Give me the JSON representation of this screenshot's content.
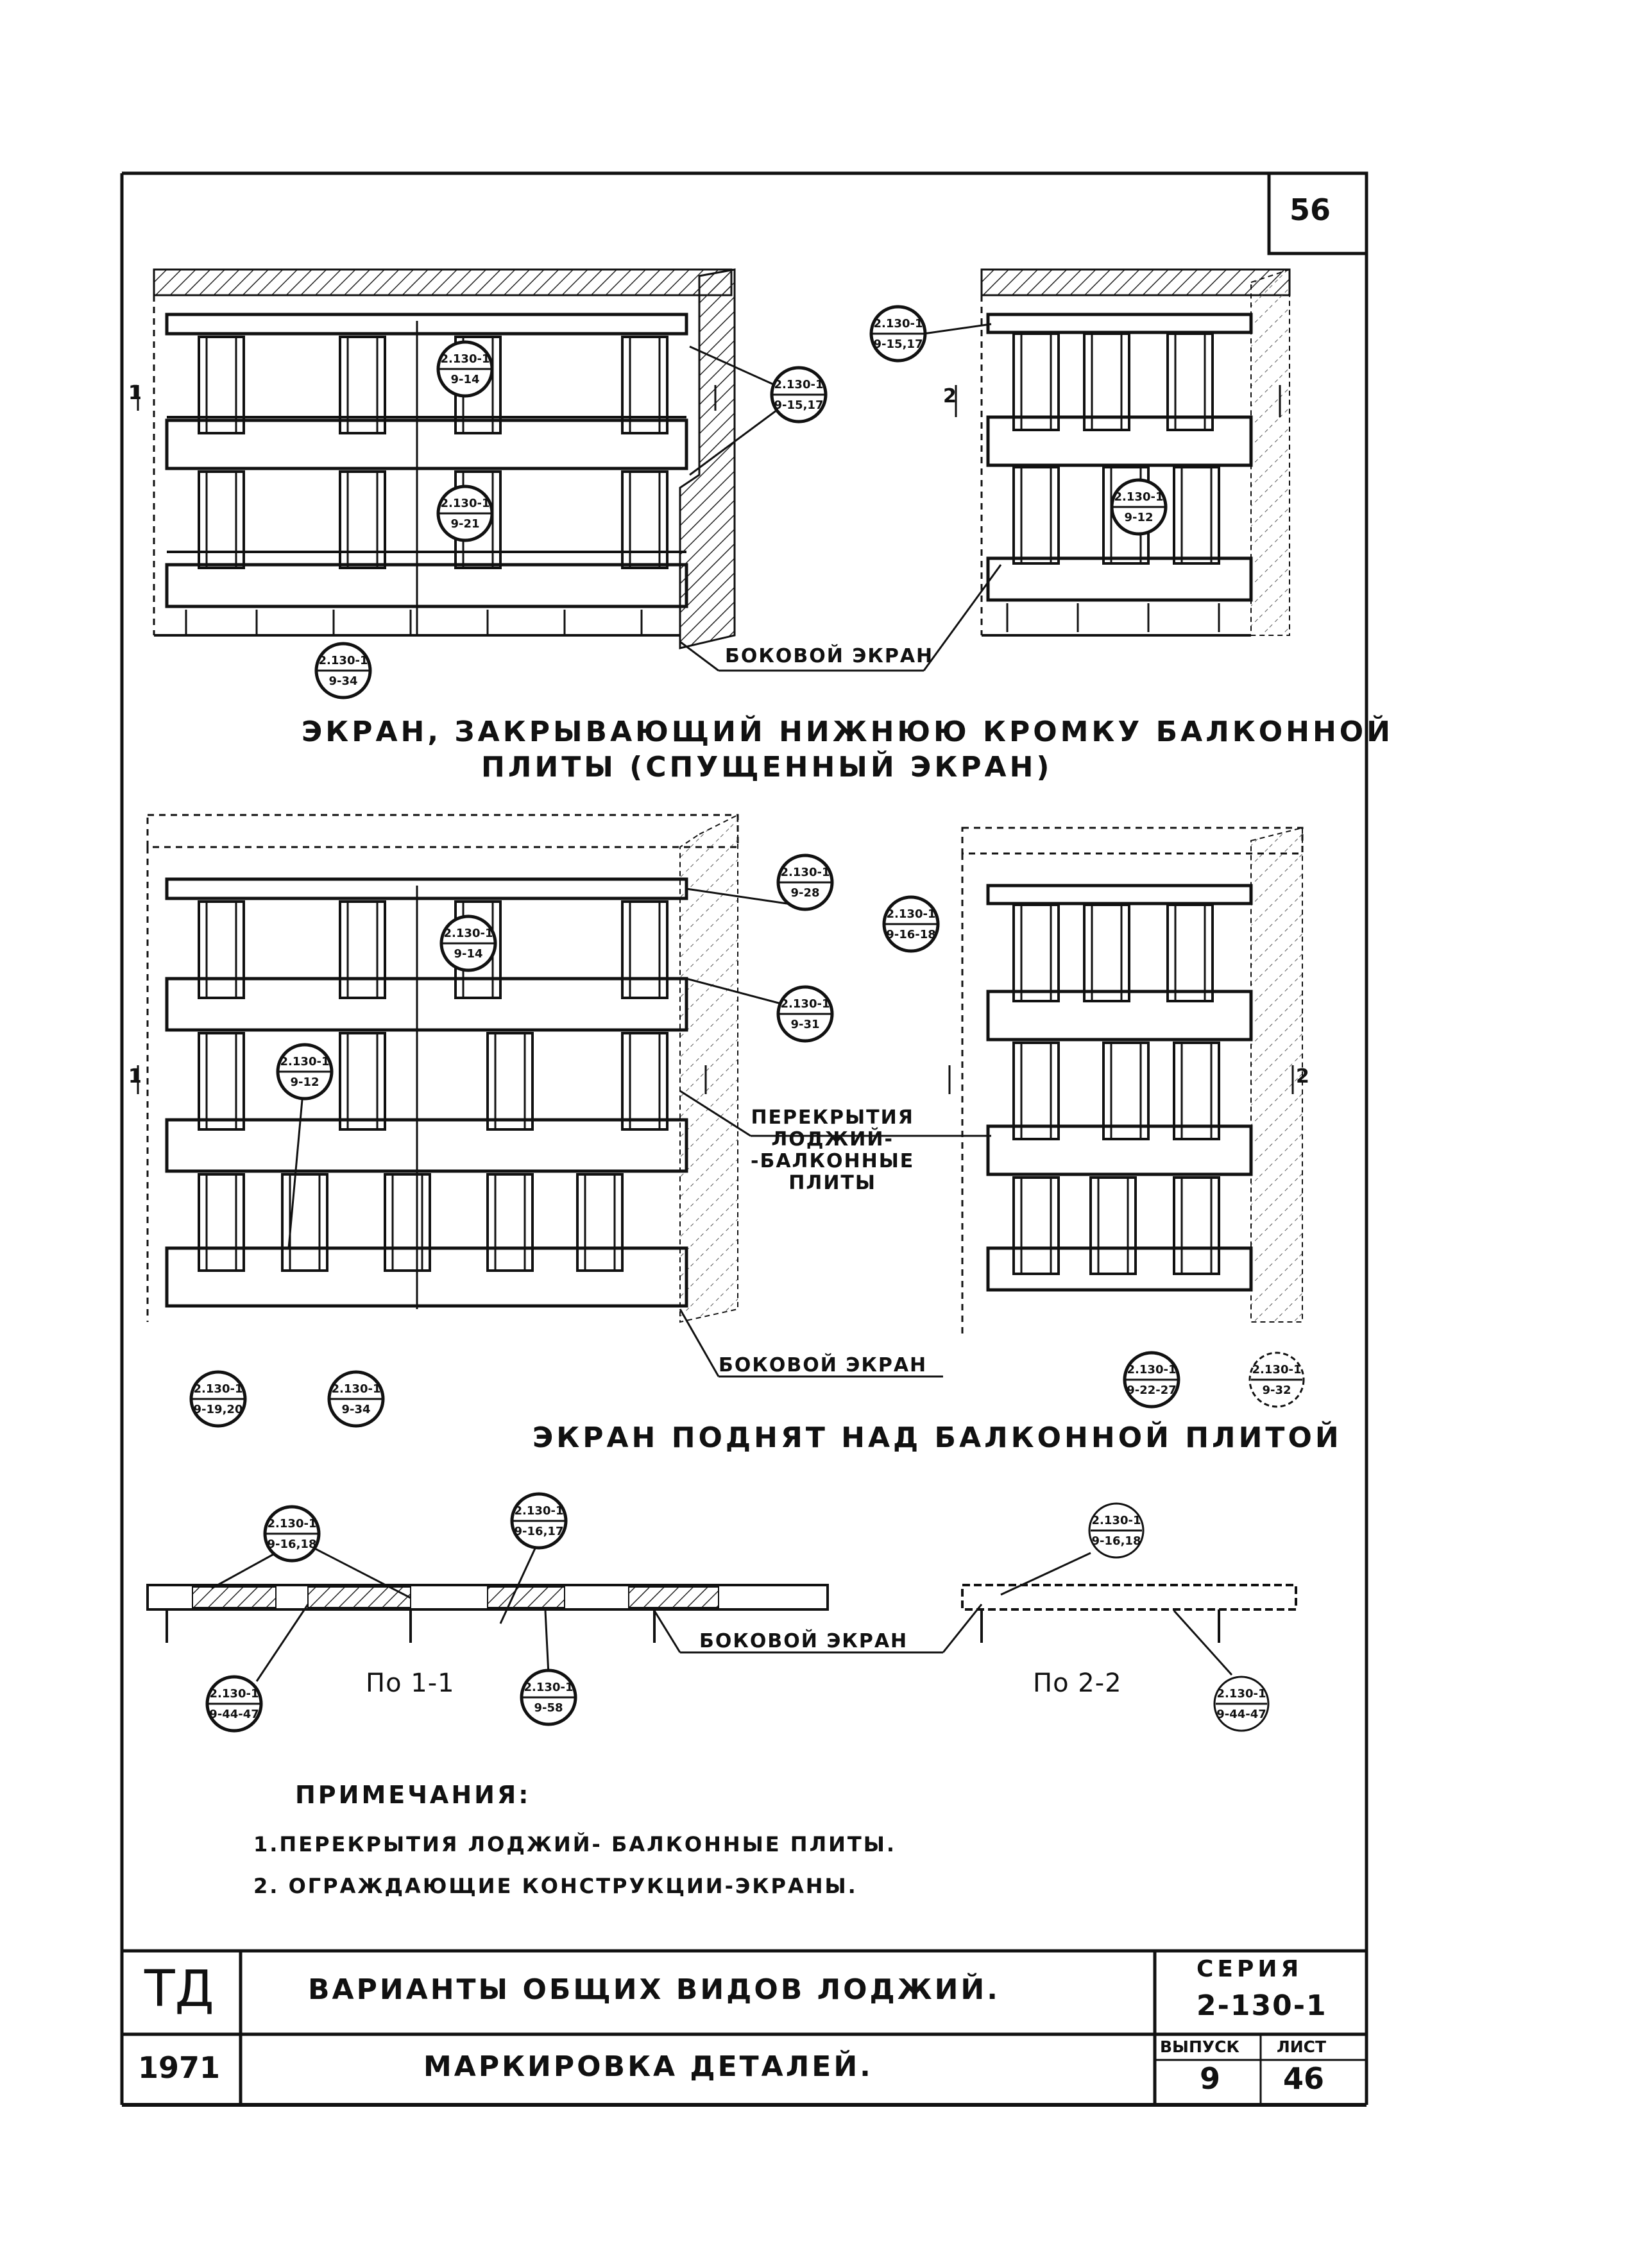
{
  "sheet_number": "56",
  "labels": {
    "side_screen": "БОКОВОЙ ЭКРАН",
    "slabs_1": "ПЕРЕКРЫТИЯ",
    "slabs_2": "ЛОДЖИЙ-",
    "slabs_3": "-БАЛКОННЫЕ",
    "slabs_4": "ПЛИТЫ",
    "section_1": "По 1-1",
    "section_2": "По 2-2",
    "cut_1": "1",
    "cut_2": "2"
  },
  "captions": {
    "top_line1": "ЭКРАН, ЗАКРЫВАЮЩИЙ НИЖНЮЮ КРОМКУ БАЛКОННОЙ",
    "top_line2": "ПЛИТЫ (СПУЩЕННЫЙ ЭКРАН)",
    "middle": "ЭКРАН ПОДНЯТ НАД БАЛКОННОЙ ПЛИТОЙ"
  },
  "callouts": {
    "series": "2.130-1",
    "t1": "9-14",
    "t2": "9-15,17",
    "t3": "9-21",
    "t4": "9-34",
    "t5": "9-15,17",
    "t6": "9-12",
    "m1": "9-28",
    "m2": "9-14",
    "m3": "9-31",
    "m4": "9-12",
    "m5": "9-19,20",
    "m6": "9-34",
    "m7": "9-16-18",
    "m8": "9-22-27",
    "m9": "9-32",
    "p1": "9-16,18",
    "p2": "9-16,17",
    "p3": "9-44-47",
    "p4": "9-58",
    "p5": "9-16,18",
    "p6": "9-44-47"
  },
  "notes": {
    "title": "ПРИМЕЧАНИЯ:",
    "items": [
      "1.ПЕРЕКРЫТИЯ ЛОДЖИЙ- БАЛКОННЫЕ ПЛИТЫ.",
      "2. ОГРАЖДАЮЩИЕ КОНСТРУКЦИИ-ЭКРАНЫ."
    ]
  },
  "title_block": {
    "org": "ТД",
    "year": "1971",
    "title_1": "ВАРИАНТЫ ОБЩИХ ВИДОВ ЛОДЖИЙ.",
    "title_2": "МАРКИРОВКА ДЕТАЛЕЙ.",
    "series_label": "СЕРИЯ",
    "series_value": "2-130-1",
    "issue_label": "ВЫПУСК",
    "issue_value": "9",
    "sheet_label": "ЛИСТ",
    "sheet_value": "46"
  }
}
